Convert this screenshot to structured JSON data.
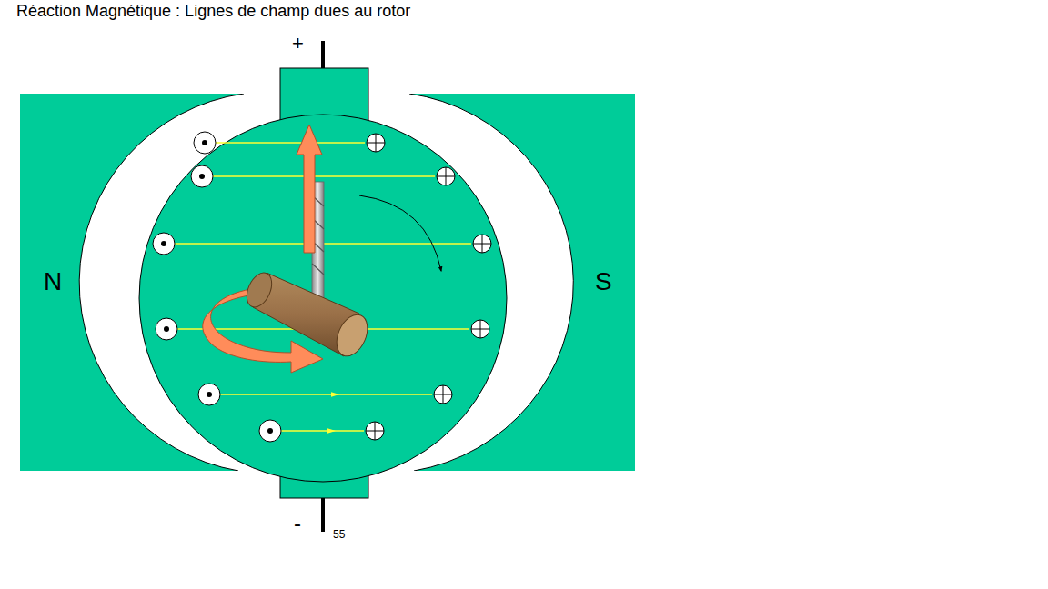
{
  "diagram": {
    "title": "Réaction Magnétique : Lignes de champ dues au rotor",
    "nodes": [
      {
        "text": [
          "N"
        ]
      },
      {
        "text": [
          "S"
        ]
      }
    ],
    "labels": [
      "+",
      "-",
      "55"
    ]
  }
}
